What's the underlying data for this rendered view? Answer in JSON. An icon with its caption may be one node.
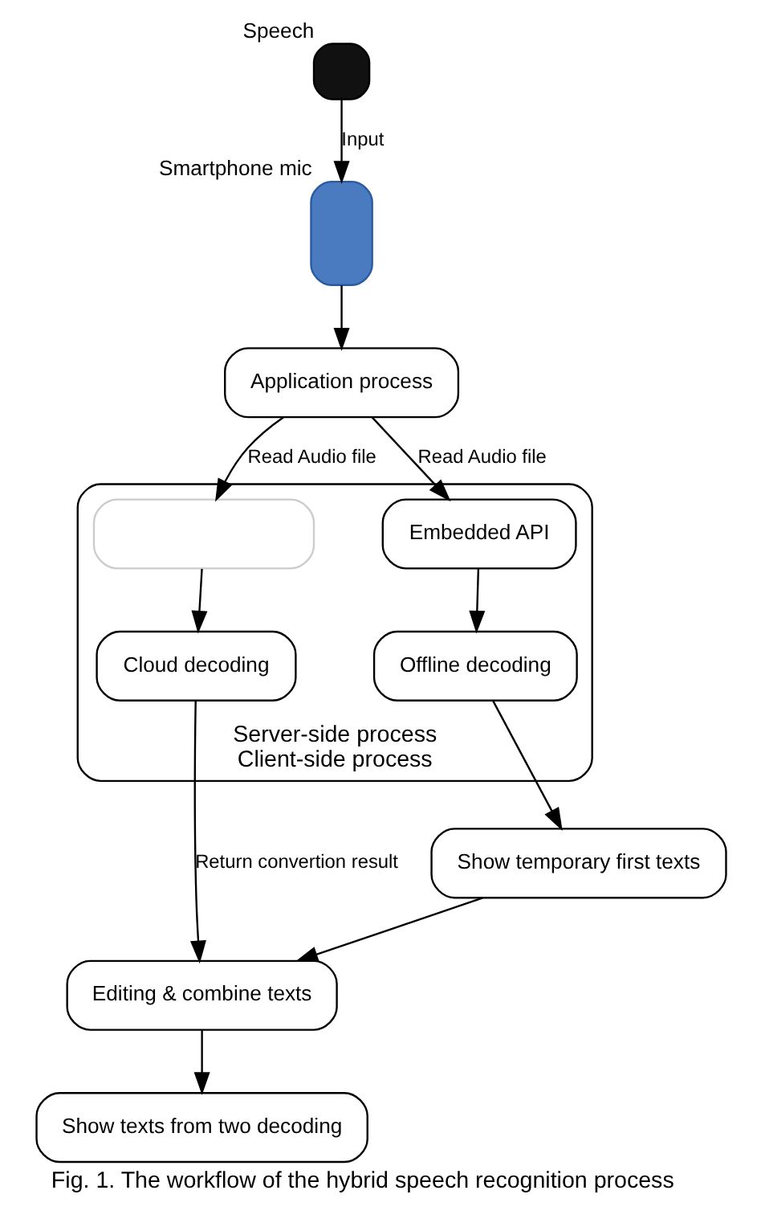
{
  "diagram": {
    "caption": "Fig. 1. The workflow of the hybrid speech recognition process",
    "nodes": [
      {
        "text": [],
        "shape": "box",
        "beside": [
          "Speech"
        ]
      },
      {
        "text": [],
        "shape": "box",
        "beside": [
          "Smartphone mic"
        ]
      },
      {
        "text": [
          "Application process"
        ]
      },
      {
        "text": [
          "Server-side process",
          "Client-side process"
        ]
      },
      {
        "text": [],
        "shape": "box",
        "in": 3
      },
      {
        "text": [
          "Embedded API"
        ],
        "in": 3
      },
      {
        "text": [
          "Cloud decoding"
        ],
        "in": 3
      },
      {
        "text": [
          "Offline decoding"
        ],
        "in": 3
      },
      {
        "text": [
          "Show temporary first texts"
        ]
      },
      {
        "text": [
          "Editing & combine texts"
        ]
      },
      {
        "text": [
          "Show texts from two decoding"
        ]
      }
    ],
    "edges": [
      {
        "from": 0,
        "to": 1,
        "arrow": "to",
        "label": "Input"
      },
      {
        "from": 1,
        "to": 2,
        "arrow": "to"
      },
      {
        "from": 2,
        "to": 4,
        "arrow": "to",
        "label": "Read Audio file"
      },
      {
        "from": 2,
        "to": 5,
        "arrow": "to",
        "label": "Read Audio file"
      },
      {
        "from": 4,
        "to": 6,
        "arrow": "to"
      },
      {
        "from": 5,
        "to": 7,
        "arrow": "to"
      },
      {
        "from": 7,
        "to": 8,
        "arrow": "to"
      },
      {
        "from": 6,
        "to": 9,
        "arrow": "to",
        "label": "Return convertion result"
      },
      {
        "from": 8,
        "to": 9,
        "arrow": "to"
      },
      {
        "from": 9,
        "to": 10,
        "arrow": "to"
      }
    ]
  }
}
